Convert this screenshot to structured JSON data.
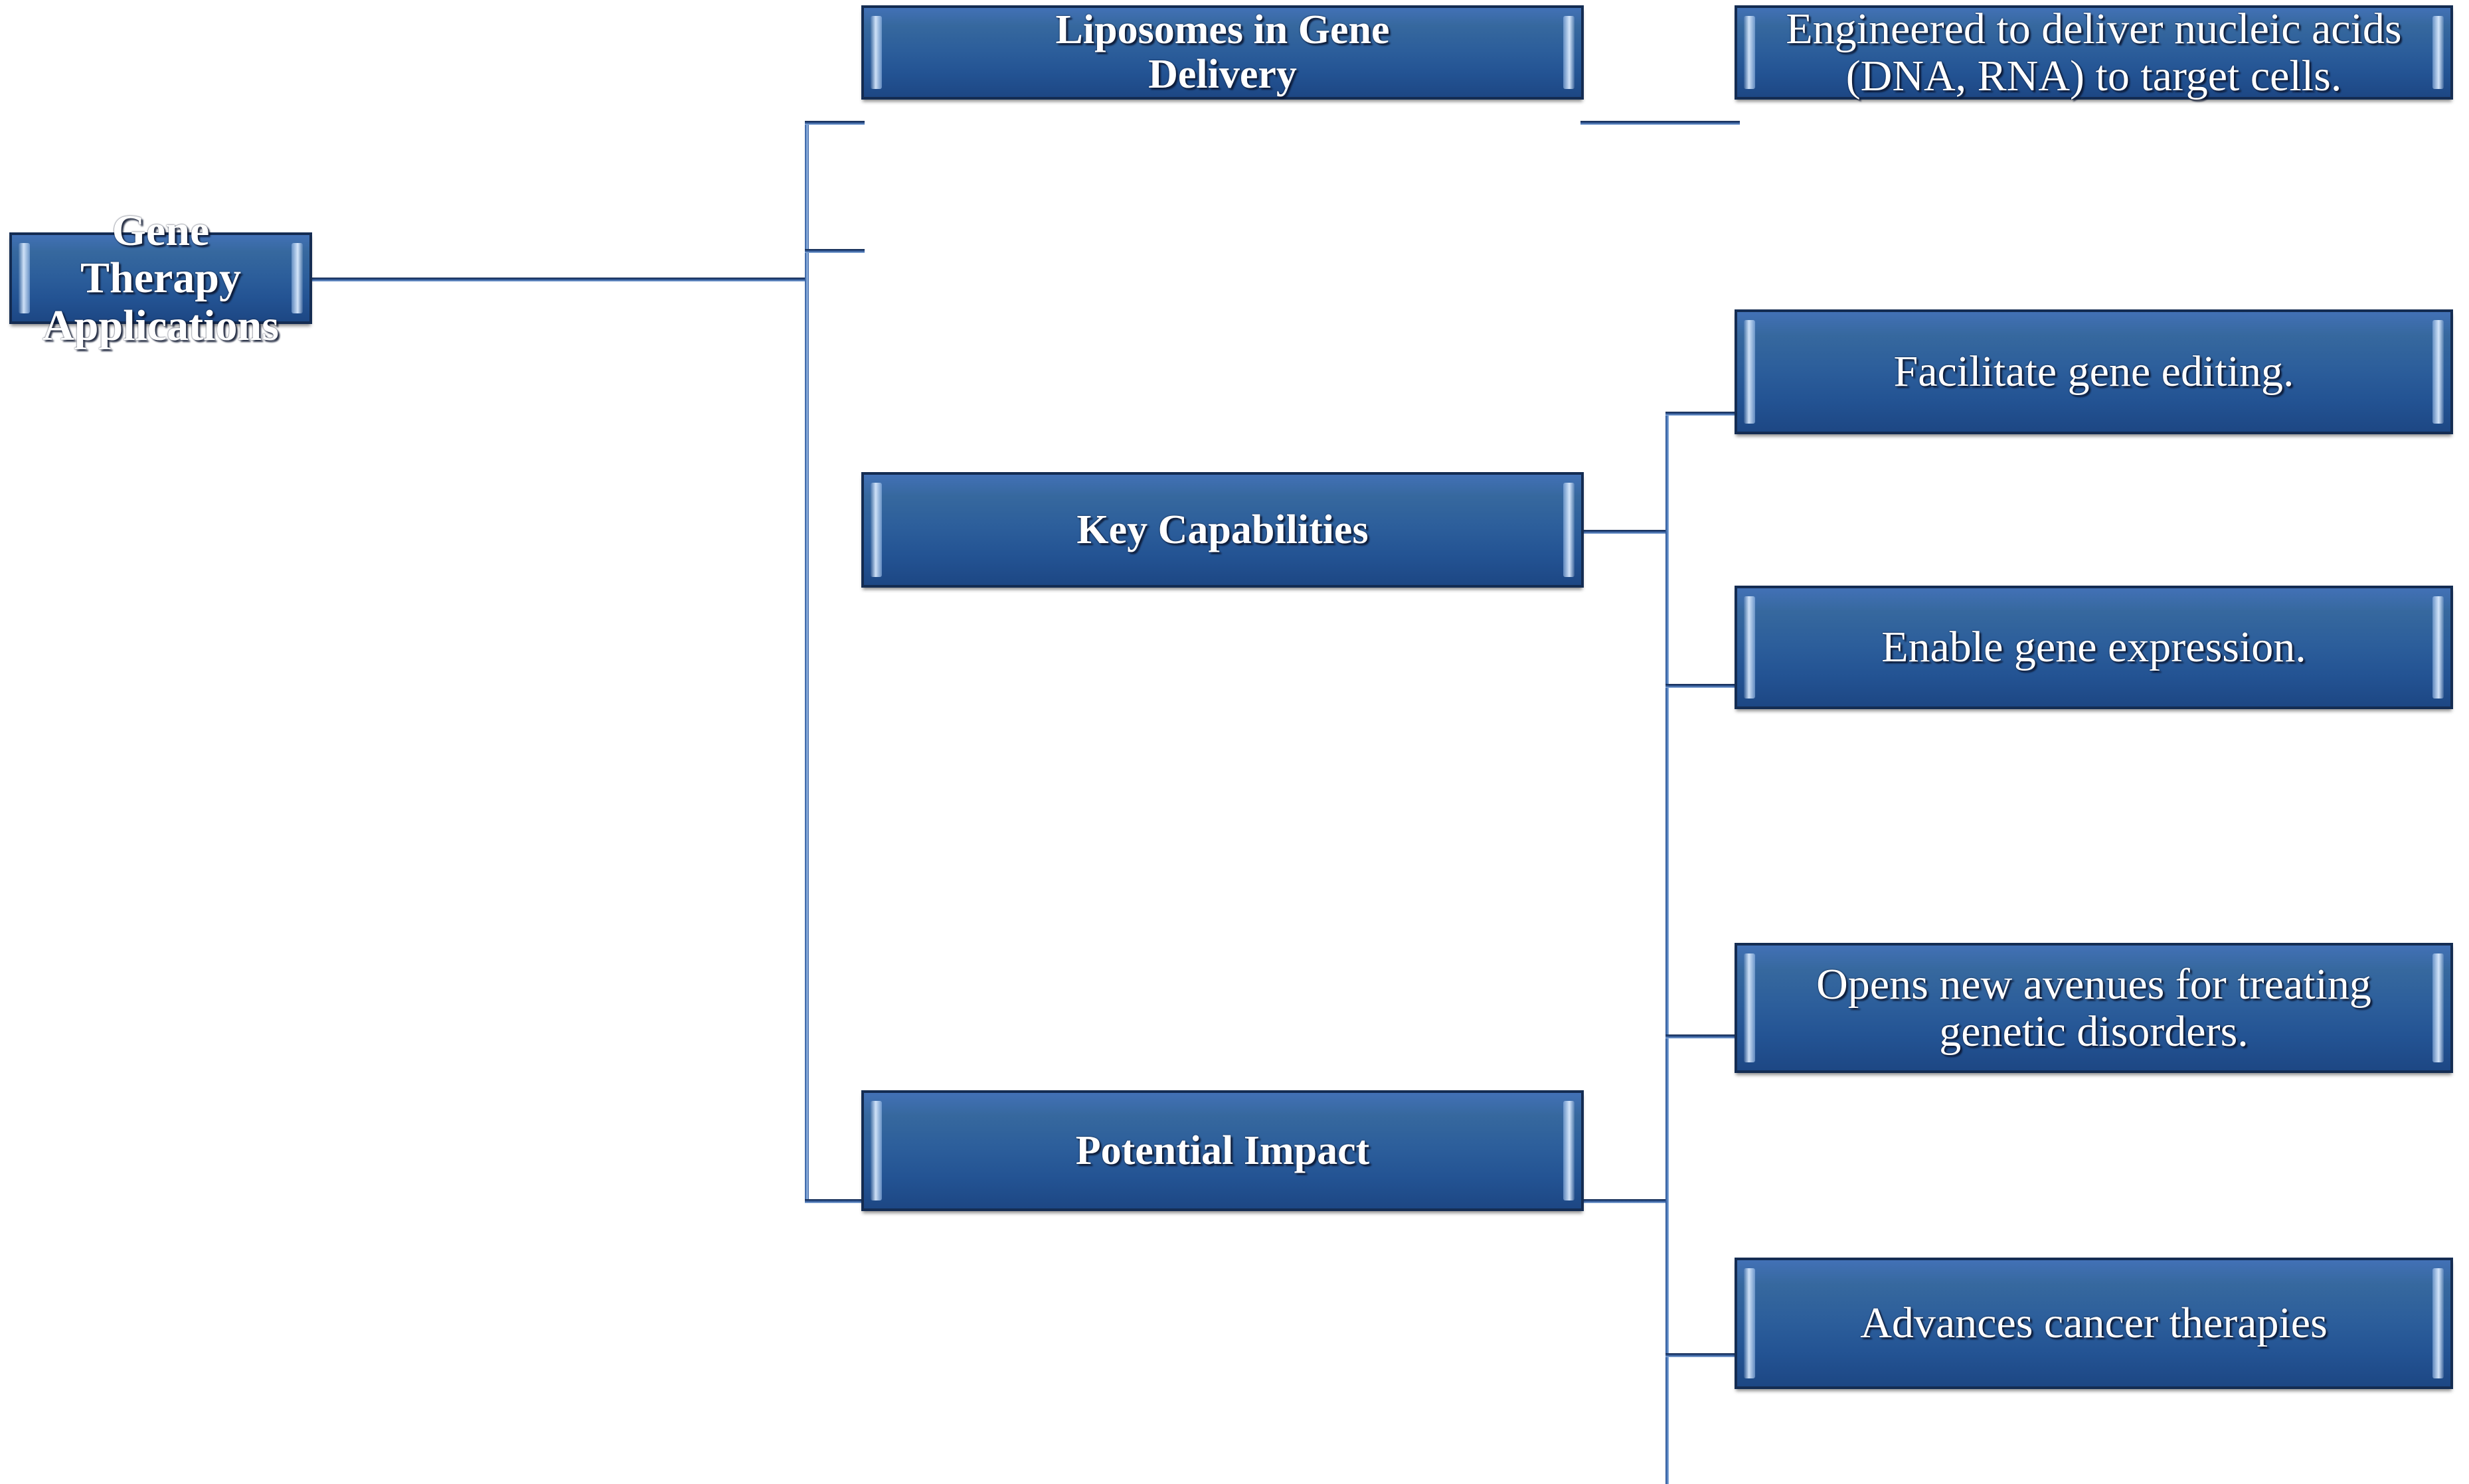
{
  "diagram": {
    "title": "Gene Therapy Applications",
    "type": "hierarchy-tree",
    "orientation": "left-to-right",
    "theme": {
      "box_fill_top": "#4271B6",
      "box_fill_bottom": "#1D4784",
      "box_border": "#142C52",
      "box_bevel_highlight": "#DCECFF",
      "connector_color": "#26477E",
      "text_color": "#FFFFFF",
      "background": "#FFFFFF"
    },
    "root": {
      "label": "Gene Therapy Applications",
      "line1": "Gene Therapy",
      "line2": "Applications"
    },
    "branches": [
      {
        "label": "Liposomes in Gene Delivery",
        "line1": "Liposomes in Gene",
        "line2": "Delivery",
        "children": [
          {
            "label": "Engineered to deliver nucleic acids (DNA, RNA) to target cells."
          }
        ]
      },
      {
        "label": "Key Capabilities",
        "children": [
          {
            "label": "Facilitate gene editing."
          },
          {
            "label": "Enable gene expression."
          }
        ]
      },
      {
        "label": "Potential Impact",
        "children": [
          {
            "label": "Opens new avenues for treating genetic disorders."
          },
          {
            "label": "Advances cancer therapies"
          }
        ]
      }
    ]
  }
}
